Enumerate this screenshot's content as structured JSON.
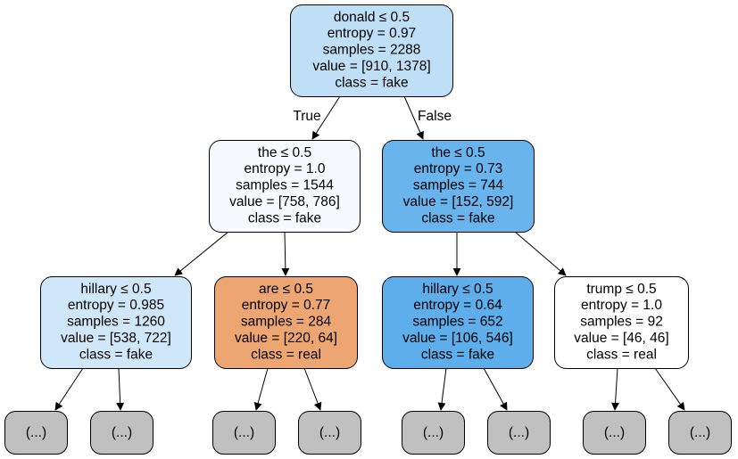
{
  "tree": {
    "nodes": [
      {
        "id": "root",
        "fill": "#bfdff7",
        "lines": [
          "donald ≤ 0.5",
          "entropy = 0.97",
          "samples = 2288",
          "value = [910, 1378]",
          "class = fake"
        ]
      },
      {
        "id": "l",
        "fill": "#f6fafe",
        "lines": [
          "the ≤ 0.5",
          "entropy = 1.0",
          "samples = 1544",
          "value = [758, 786]",
          "class = fake"
        ]
      },
      {
        "id": "r",
        "fill": "#6ab4ed",
        "lines": [
          "the ≤ 0.5",
          "entropy = 0.73",
          "samples = 744",
          "value = [152, 592]",
          "class = fake"
        ]
      },
      {
        "id": "ll",
        "fill": "#d0e7f9",
        "lines": [
          "hillary ≤ 0.5",
          "entropy = 0.985",
          "samples = 1260",
          "value = [538, 722]",
          "class = fake"
        ]
      },
      {
        "id": "lr",
        "fill": "#eda672",
        "lines": [
          "are ≤ 0.5",
          "entropy = 0.77",
          "samples = 284",
          "value = [220, 64]",
          "class = real"
        ]
      },
      {
        "id": "rl",
        "fill": "#5eaeeb",
        "lines": [
          "hillary ≤ 0.5",
          "entropy = 0.64",
          "samples = 652",
          "value = [106, 546]",
          "class = fake"
        ]
      },
      {
        "id": "rr",
        "fill": "#ffffff",
        "lines": [
          "trump ≤ 0.5",
          "entropy = 1.0",
          "samples = 92",
          "value = [46, 46]",
          "class = real"
        ]
      }
    ],
    "leaves": [
      {
        "id": "ll-a",
        "label": "(...)",
        "fill": "#c0c0c0"
      },
      {
        "id": "ll-b",
        "label": "(...)",
        "fill": "#c0c0c0"
      },
      {
        "id": "lr-a",
        "label": "(...)",
        "fill": "#c0c0c0"
      },
      {
        "id": "lr-b",
        "label": "(...)",
        "fill": "#c0c0c0"
      },
      {
        "id": "rl-a",
        "label": "(...)",
        "fill": "#c0c0c0"
      },
      {
        "id": "rl-b",
        "label": "(...)",
        "fill": "#c0c0c0"
      },
      {
        "id": "rr-a",
        "label": "(...)",
        "fill": "#c0c0c0"
      },
      {
        "id": "rr-b",
        "label": "(...)",
        "fill": "#c0c0c0"
      }
    ],
    "edges": [
      {
        "from": "root",
        "to": "l",
        "label": "True"
      },
      {
        "from": "root",
        "to": "r",
        "label": "False"
      },
      {
        "from": "l",
        "to": "ll",
        "label": ""
      },
      {
        "from": "l",
        "to": "lr",
        "label": ""
      },
      {
        "from": "r",
        "to": "rl",
        "label": ""
      },
      {
        "from": "r",
        "to": "rr",
        "label": ""
      },
      {
        "from": "ll",
        "to": "ll-a",
        "label": ""
      },
      {
        "from": "ll",
        "to": "ll-b",
        "label": ""
      },
      {
        "from": "lr",
        "to": "lr-a",
        "label": ""
      },
      {
        "from": "lr",
        "to": "lr-b",
        "label": ""
      },
      {
        "from": "rl",
        "to": "rl-a",
        "label": ""
      },
      {
        "from": "rl",
        "to": "rl-b",
        "label": ""
      },
      {
        "from": "rr",
        "to": "rr-a",
        "label": ""
      },
      {
        "from": "rr",
        "to": "rr-b",
        "label": ""
      }
    ]
  }
}
